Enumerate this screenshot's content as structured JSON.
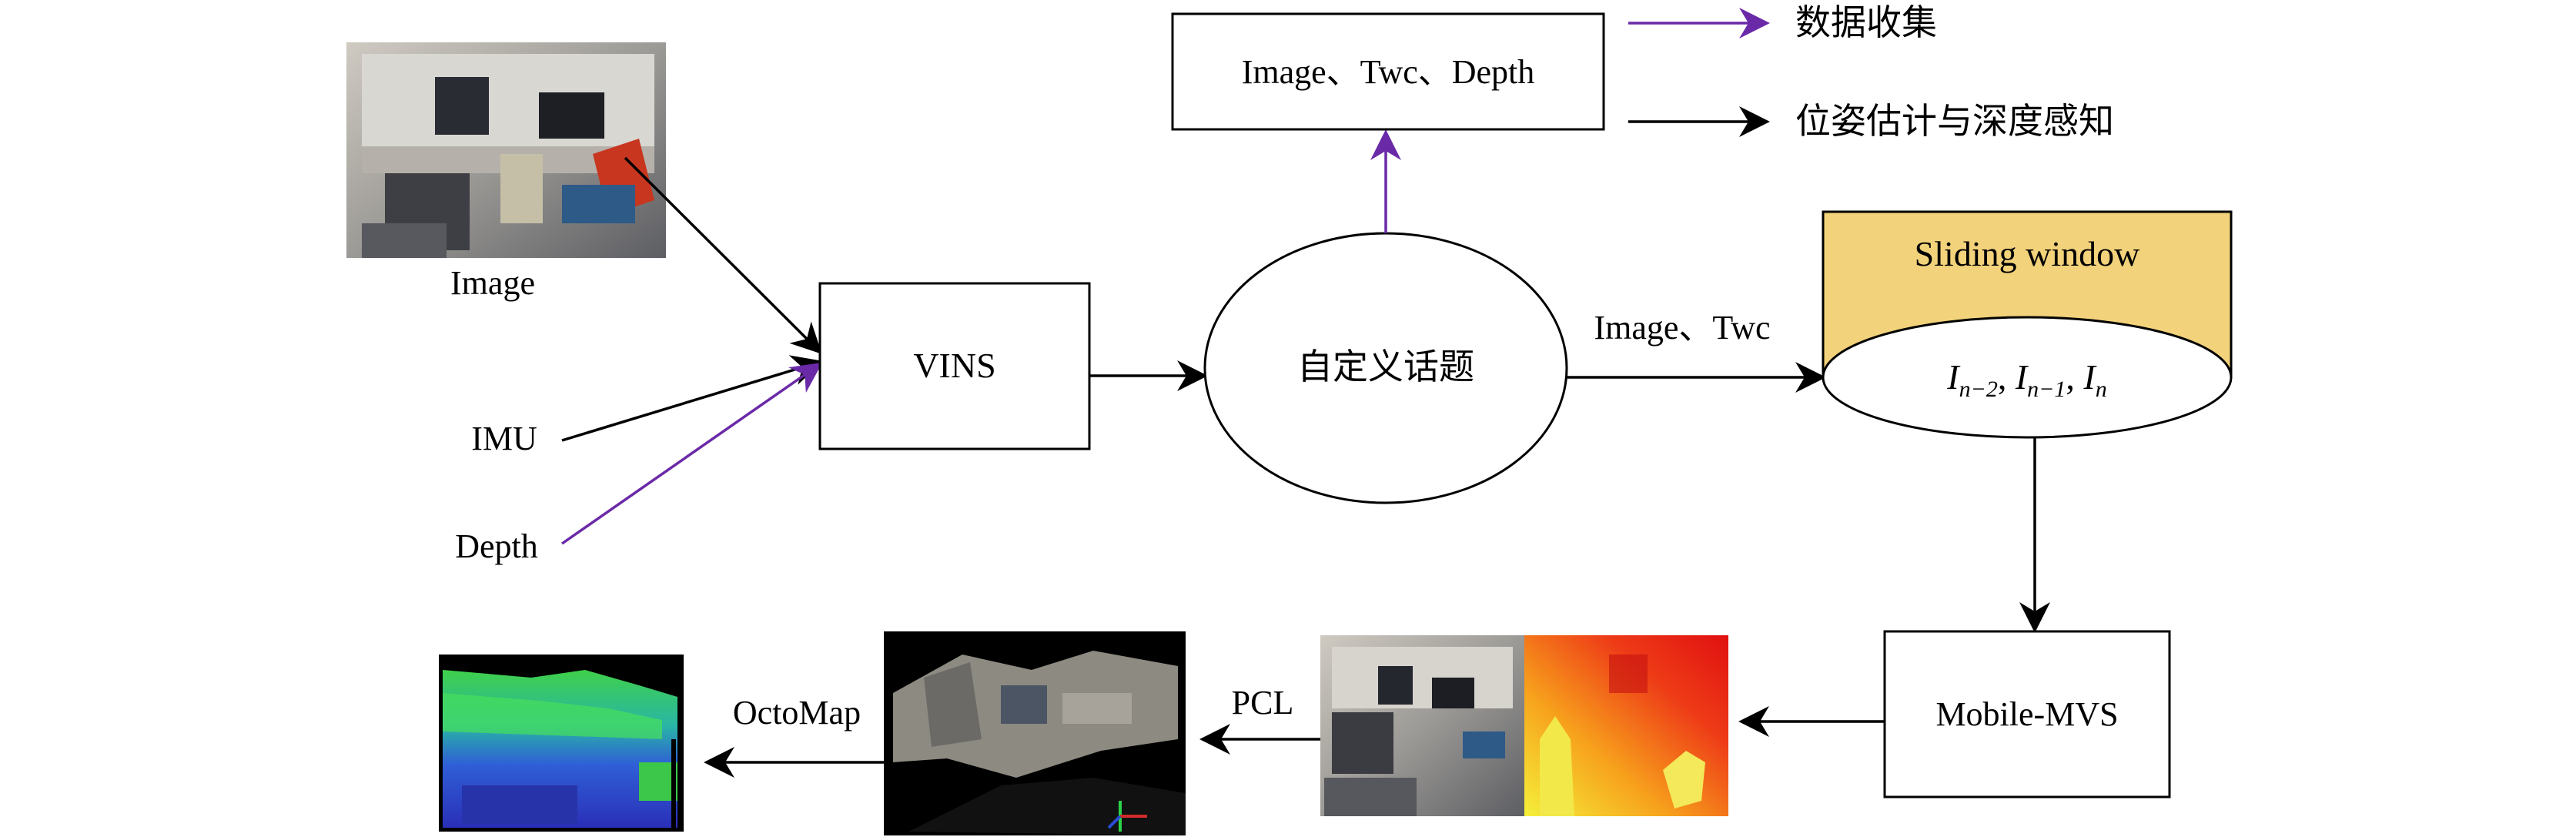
{
  "nodes": {
    "image_input": "Image",
    "imu_input": "IMU",
    "depth_input": "Depth",
    "vins": "VINS",
    "custom_topic": "自定义话题",
    "topic_output": "Image、Twc、Depth",
    "sliding_window_title": "Sliding window",
    "sliding_window_frames": {
      "frame_1": "I",
      "sub_1": "n−2",
      "frame_2": "I",
      "sub_2": "n−1",
      "frame_3": "I",
      "sub_3": "n",
      "sep": ", "
    },
    "mobile_mvs": "Mobile-MVS"
  },
  "edge_labels": {
    "topic_to_window": "Image、Twc",
    "pcl": "PCL",
    "octomap": "OctoMap"
  },
  "legend": {
    "purple_label": "数据收集",
    "black_label": "位姿估计与深度感知"
  },
  "colors": {
    "purple_arrow": "#6a2aa8",
    "black_arrow": "#000000",
    "sliding_window_fill": "#f2d27a"
  },
  "images": {
    "lab_photo": "lab-photo",
    "depth_map": "depth-map",
    "point_cloud": "point-cloud",
    "octomap_render": "octomap-render"
  }
}
